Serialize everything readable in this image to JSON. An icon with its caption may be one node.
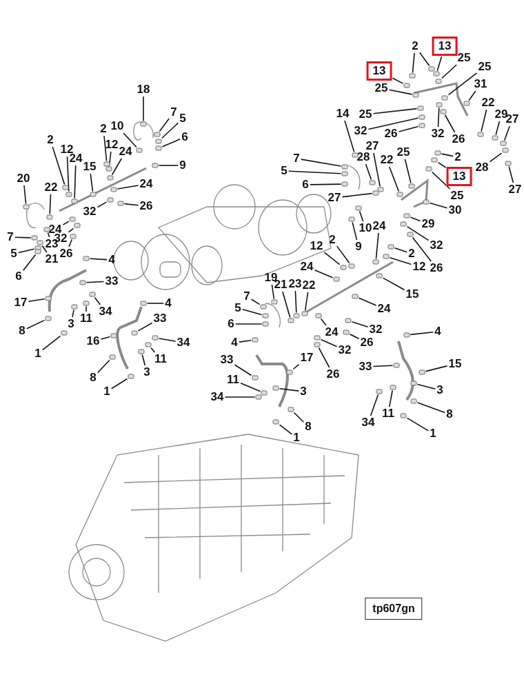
{
  "diagram": {
    "nodes": [
      {
        "text": [
          "18"
        ]
      },
      {
        "text": [
          "7"
        ]
      },
      {
        "text": [
          "5"
        ]
      },
      {
        "text": [
          "6"
        ]
      },
      {
        "text": [
          "10"
        ]
      },
      {
        "text": [
          "2"
        ]
      },
      {
        "text": [
          "12"
        ]
      },
      {
        "text": [
          "24"
        ]
      },
      {
        "text": [
          "9"
        ]
      },
      {
        "text": [
          "2"
        ]
      },
      {
        "text": [
          "12"
        ]
      },
      {
        "text": [
          "24"
        ]
      },
      {
        "text": [
          "15"
        ]
      },
      {
        "text": [
          "20"
        ]
      },
      {
        "text": [
          "22"
        ]
      },
      {
        "text": [
          "24"
        ]
      },
      {
        "text": [
          "32"
        ]
      },
      {
        "text": [
          "26"
        ]
      },
      {
        "text": [
          "24"
        ]
      },
      {
        "text": [
          "32"
        ]
      },
      {
        "text": [
          "23"
        ]
      },
      {
        "text": [
          "21"
        ]
      },
      {
        "text": [
          "26"
        ]
      },
      {
        "text": [
          "7"
        ]
      },
      {
        "text": [
          "5"
        ]
      },
      {
        "text": [
          "6"
        ]
      },
      {
        "text": [
          "4"
        ]
      },
      {
        "text": [
          "33"
        ]
      },
      {
        "text": [
          "17"
        ]
      },
      {
        "text": [
          "8"
        ]
      },
      {
        "text": [
          "3"
        ]
      },
      {
        "text": [
          "11"
        ]
      },
      {
        "text": [
          "34"
        ]
      },
      {
        "text": [
          "1"
        ]
      },
      {
        "text": [
          "4"
        ]
      },
      {
        "text": [
          "33"
        ]
      },
      {
        "text": [
          "34"
        ]
      },
      {
        "text": [
          "16"
        ]
      },
      {
        "text": [
          "11"
        ]
      },
      {
        "text": [
          "3"
        ]
      },
      {
        "text": [
          "8"
        ]
      },
      {
        "text": [
          "1"
        ]
      },
      {
        "text": [
          "7"
        ]
      },
      {
        "text": [
          "5"
        ]
      },
      {
        "text": [
          "6"
        ]
      },
      {
        "text": [
          "14"
        ]
      },
      {
        "text": [
          "28"
        ]
      },
      {
        "text": [
          "27"
        ]
      },
      {
        "text": [
          "22"
        ]
      },
      {
        "text": [
          "25"
        ]
      },
      {
        "text": [
          "27"
        ]
      },
      {
        "text": [
          "10"
        ]
      },
      {
        "text": [
          "9"
        ]
      },
      {
        "text": [
          "7"
        ]
      },
      {
        "text": [
          "5"
        ]
      },
      {
        "text": [
          "6"
        ]
      },
      {
        "text": [
          "19"
        ]
      },
      {
        "text": [
          "21"
        ]
      },
      {
        "text": [
          "23"
        ]
      },
      {
        "text": [
          "22"
        ]
      },
      {
        "text": [
          "4"
        ]
      },
      {
        "text": [
          "33"
        ]
      },
      {
        "text": [
          "17"
        ]
      },
      {
        "text": [
          "11"
        ]
      },
      {
        "text": [
          "34"
        ]
      },
      {
        "text": [
          "3"
        ]
      },
      {
        "text": [
          "8"
        ]
      },
      {
        "text": [
          "1"
        ]
      },
      {
        "text": [
          "12"
        ]
      },
      {
        "text": [
          "2"
        ]
      },
      {
        "text": [
          "24"
        ]
      },
      {
        "text": [
          "24"
        ]
      },
      {
        "text": [
          "2"
        ]
      },
      {
        "text": [
          "12"
        ]
      },
      {
        "text": [
          "15"
        ]
      },
      {
        "text": [
          "24"
        ]
      },
      {
        "text": [
          "24"
        ]
      },
      {
        "text": [
          "32"
        ]
      },
      {
        "text": [
          "26"
        ]
      },
      {
        "text": [
          "32"
        ]
      },
      {
        "text": [
          "26"
        ]
      },
      {
        "text": [
          "32"
        ]
      },
      {
        "text": [
          "26"
        ]
      },
      {
        "text": [
          "29"
        ]
      },
      {
        "text": [
          "30"
        ]
      },
      {
        "text": [
          "4"
        ]
      },
      {
        "text": [
          "15"
        ]
      },
      {
        "text": [
          "33"
        ]
      },
      {
        "text": [
          "3"
        ]
      },
      {
        "text": [
          "8"
        ]
      },
      {
        "text": [
          "34"
        ]
      },
      {
        "text": [
          "11"
        ]
      },
      {
        "text": [
          "1"
        ]
      },
      {
        "text": [
          "2"
        ]
      },
      {
        "text": [
          "13"
        ]
      },
      {
        "text": [
          "25"
        ]
      },
      {
        "text": [
          "13"
        ]
      },
      {
        "text": [
          "25"
        ]
      },
      {
        "text": [
          "25"
        ]
      },
      {
        "text": [
          "31"
        ]
      },
      {
        "text": [
          "25"
        ]
      },
      {
        "text": [
          "32"
        ]
      },
      {
        "text": [
          "26"
        ]
      },
      {
        "text": [
          "32"
        ]
      },
      {
        "text": [
          "26"
        ]
      },
      {
        "text": [
          "22"
        ]
      },
      {
        "text": [
          "29"
        ]
      },
      {
        "text": [
          "27"
        ]
      },
      {
        "text": [
          "2"
        ]
      },
      {
        "text": [
          "13"
        ]
      },
      {
        "text": [
          "25"
        ]
      },
      {
        "text": [
          "28"
        ]
      },
      {
        "text": [
          "27"
        ]
      },
      {
        "text": [
          "tp607gn"
        ]
      },
      {
        "text": [],
        "shape": "box"
      },
      {
        "text": [],
        "shape": "box"
      },
      {
        "text": [],
        "shape": "box"
      },
      {
        "text": [],
        "shape": "box"
      },
      {
        "text": [],
        "shape": "box"
      },
      {
        "text": [],
        "shape": "box"
      },
      {
        "text": [],
        "shape": "box"
      },
      {
        "text": [],
        "shape": "box"
      },
      {
        "text": [],
        "shape": "box"
      },
      {
        "text": [],
        "shape": "box"
      },
      {
        "text": [],
        "shape": "box"
      },
      {
        "text": [],
        "shape": "box"
      },
      {
        "text": [],
        "shape": "box"
      },
      {
        "text": [],
        "shape": "box"
      },
      {
        "text": [],
        "shape": "box"
      },
      {
        "text": [],
        "shape": "box"
      },
      {
        "text": [],
        "shape": "box"
      },
      {
        "text": [],
        "shape": "box"
      },
      {
        "text": [],
        "shape": "box"
      },
      {
        "text": [],
        "shape": "box"
      },
      {
        "text": [],
        "shape": "box"
      },
      {
        "text": [],
        "shape": "box"
      },
      {
        "text": [],
        "shape": "box"
      },
      {
        "text": [],
        "shape": "box"
      },
      {
        "text": [],
        "shape": "box"
      },
      {
        "text": [],
        "shape": "box"
      },
      {
        "text": [],
        "shape": "box"
      },
      {
        "text": [],
        "shape": "box"
      },
      {
        "text": [],
        "shape": "box"
      },
      {
        "text": [],
        "shape": "box"
      },
      {
        "text": [],
        "shape": "box"
      },
      {
        "text": [],
        "shape": "box"
      },
      {
        "text": [],
        "shape": "box"
      },
      {
        "text": [],
        "shape": "box"
      },
      {
        "text": [],
        "shape": "box"
      },
      {
        "text": [],
        "shape": "box"
      },
      {
        "text": [],
        "shape": "box"
      },
      {
        "text": [],
        "shape": "box"
      },
      {
        "text": [],
        "shape": "box"
      },
      {
        "text": [],
        "shape": "box"
      },
      {
        "text": [],
        "shape": "box"
      },
      {
        "text": [],
        "shape": "box"
      },
      {
        "text": [],
        "shape": "box"
      },
      {
        "text": [],
        "shape": "box"
      },
      {
        "text": [],
        "shape": "box"
      },
      {
        "text": [],
        "shape": "box"
      },
      {
        "text": [],
        "shape": "box"
      },
      {
        "text": [],
        "shape": "box"
      },
      {
        "text": [],
        "shape": "box"
      },
      {
        "text": [],
        "shape": "box"
      },
      {
        "text": [],
        "shape": "box"
      },
      {
        "text": [],
        "shape": "box"
      },
      {
        "text": [],
        "shape": "box"
      },
      {
        "text": [],
        "shape": "box"
      },
      {
        "text": [],
        "shape": "box"
      },
      {
        "text": [],
        "shape": "box"
      },
      {
        "text": [],
        "shape": "box"
      },
      {
        "text": [],
        "shape": "box"
      },
      {
        "text": [],
        "shape": "box"
      },
      {
        "text": [],
        "shape": "box"
      },
      {
        "text": [],
        "shape": "box"
      },
      {
        "text": [],
        "shape": "box"
      },
      {
        "text": [],
        "shape": "box"
      },
      {
        "text": [],
        "shape": "box"
      },
      {
        "text": [],
        "shape": "box"
      },
      {
        "text": [],
        "shape": "box"
      },
      {
        "text": [],
        "shape": "box"
      },
      {
        "text": [],
        "shape": "box"
      },
      {
        "text": [],
        "shape": "box"
      },
      {
        "text": [],
        "shape": "box"
      },
      {
        "text": [],
        "shape": "box"
      },
      {
        "text": [],
        "shape": "box"
      },
      {
        "text": [],
        "shape": "box"
      },
      {
        "text": [],
        "shape": "box"
      },
      {
        "text": [],
        "shape": "box"
      },
      {
        "text": [],
        "shape": "box"
      },
      {
        "text": [],
        "shape": "box"
      },
      {
        "text": [],
        "shape": "box"
      },
      {
        "text": [],
        "shape": "box"
      },
      {
        "text": [],
        "shape": "box"
      },
      {
        "text": [],
        "shape": "box"
      },
      {
        "text": [],
        "shape": "box"
      },
      {
        "text": [],
        "shape": "box"
      },
      {
        "text": [],
        "shape": "box"
      },
      {
        "text": [],
        "shape": "box"
      },
      {
        "text": [],
        "shape": "box"
      },
      {
        "text": [],
        "shape": "box"
      },
      {
        "text": [],
        "shape": "box"
      },
      {
        "text": [],
        "shape": "box"
      },
      {
        "text": [],
        "shape": "box"
      },
      {
        "text": [],
        "shape": "box"
      },
      {
        "text": [],
        "shape": "box"
      },
      {
        "text": [],
        "shape": "box"
      },
      {
        "text": [],
        "shape": "box"
      },
      {
        "text": [],
        "shape": "box"
      },
      {
        "text": [],
        "shape": "box"
      },
      {
        "text": [],
        "shape": "box"
      },
      {
        "text": [],
        "shape": "box"
      },
      {
        "text": [],
        "shape": "box"
      },
      {
        "text": [],
        "shape": "box"
      },
      {
        "text": [],
        "shape": "box"
      },
      {
        "text": [],
        "shape": "box"
      },
      {
        "text": [],
        "shape": "box"
      },
      {
        "text": [],
        "shape": "box"
      },
      {
        "text": [],
        "shape": "box"
      },
      {
        "text": [],
        "shape": "box"
      },
      {
        "text": [],
        "shape": "box"
      },
      {
        "text": [],
        "shape": "box"
      },
      {
        "text": [],
        "shape": "box"
      },
      {
        "text": [],
        "shape": "box"
      },
      {
        "text": [],
        "shape": "box"
      },
      {
        "text": [],
        "shape": "box"
      },
      {
        "text": [],
        "shape": "box"
      },
      {
        "text": [],
        "shape": "box"
      }
    ],
    "edges": [
      {
        "from": 0,
        "to": 114,
        "arrow": "none"
      },
      {
        "from": 1,
        "to": 115,
        "arrow": "none"
      },
      {
        "from": 2,
        "to": 116,
        "arrow": "none"
      },
      {
        "from": 3,
        "to": 117,
        "arrow": "none"
      },
      {
        "from": 4,
        "to": 118,
        "arrow": "none"
      },
      {
        "from": 5,
        "to": 119,
        "arrow": "none"
      },
      {
        "from": 6,
        "to": 120,
        "arrow": "none"
      },
      {
        "from": 7,
        "to": 121,
        "arrow": "none"
      },
      {
        "from": 8,
        "to": 122,
        "arrow": "none"
      },
      {
        "from": 9,
        "to": 123,
        "arrow": "none"
      },
      {
        "from": 10,
        "to": 124,
        "arrow": "none"
      },
      {
        "from": 11,
        "to": 125,
        "arrow": "none"
      },
      {
        "from": 12,
        "to": 126,
        "arrow": "none"
      },
      {
        "from": 13,
        "to": 127,
        "arrow": "none"
      },
      {
        "from": 14,
        "to": 128,
        "arrow": "none"
      },
      {
        "from": 15,
        "to": 129,
        "arrow": "none"
      },
      {
        "from": 16,
        "to": 130,
        "arrow": "none"
      },
      {
        "from": 17,
        "to": 131,
        "arrow": "none"
      },
      {
        "from": 18,
        "to": 132,
        "arrow": "none"
      },
      {
        "from": 19,
        "to": 133,
        "arrow": "none"
      },
      {
        "from": 20,
        "to": 134,
        "arrow": "none"
      },
      {
        "from": 21,
        "to": 135,
        "arrow": "none"
      },
      {
        "from": 22,
        "to": 136,
        "arrow": "none"
      },
      {
        "from": 23,
        "to": 137,
        "arrow": "none"
      },
      {
        "from": 24,
        "to": 138,
        "arrow": "none"
      },
      {
        "from": 25,
        "to": 139,
        "arrow": "none"
      },
      {
        "from": 26,
        "to": 140,
        "arrow": "none"
      },
      {
        "from": 27,
        "to": 141,
        "arrow": "none"
      },
      {
        "from": 28,
        "to": 142,
        "arrow": "none"
      },
      {
        "from": 29,
        "to": 143,
        "arrow": "none"
      },
      {
        "from": 30,
        "to": 144,
        "arrow": "none"
      },
      {
        "from": 31,
        "to": 145,
        "arrow": "none"
      },
      {
        "from": 32,
        "to": 146,
        "arrow": "none"
      },
      {
        "from": 33,
        "to": 147,
        "arrow": "none"
      },
      {
        "from": 34,
        "to": 148,
        "arrow": "none"
      },
      {
        "from": 35,
        "to": 149,
        "arrow": "none"
      },
      {
        "from": 36,
        "to": 150,
        "arrow": "none"
      },
      {
        "from": 37,
        "to": 151,
        "arrow": "none"
      },
      {
        "from": 38,
        "to": 152,
        "arrow": "none"
      },
      {
        "from": 39,
        "to": 153,
        "arrow": "none"
      },
      {
        "from": 40,
        "to": 154,
        "arrow": "none"
      },
      {
        "from": 41,
        "to": 155,
        "arrow": "none"
      },
      {
        "from": 42,
        "to": 156,
        "arrow": "none"
      },
      {
        "from": 43,
        "to": 157,
        "arrow": "none"
      },
      {
        "from": 44,
        "to": 158,
        "arrow": "none"
      },
      {
        "from": 45,
        "to": 159,
        "arrow": "none"
      },
      {
        "from": 46,
        "to": 160,
        "arrow": "none"
      },
      {
        "from": 47,
        "to": 161,
        "arrow": "none"
      },
      {
        "from": 48,
        "to": 162,
        "arrow": "none"
      },
      {
        "from": 49,
        "to": 163,
        "arrow": "none"
      },
      {
        "from": 50,
        "to": 164,
        "arrow": "none"
      },
      {
        "from": 51,
        "to": 165,
        "arrow": "none"
      },
      {
        "from": 52,
        "to": 166,
        "arrow": "none"
      },
      {
        "from": 53,
        "to": 167,
        "arrow": "none"
      },
      {
        "from": 54,
        "to": 168,
        "arrow": "none"
      },
      {
        "from": 55,
        "to": 169,
        "arrow": "none"
      },
      {
        "from": 56,
        "to": 170,
        "arrow": "none"
      },
      {
        "from": 57,
        "to": 171,
        "arrow": "none"
      },
      {
        "from": 58,
        "to": 172,
        "arrow": "none"
      },
      {
        "from": 59,
        "to": 173,
        "arrow": "none"
      },
      {
        "from": 60,
        "to": 174,
        "arrow": "none"
      },
      {
        "from": 61,
        "to": 175,
        "arrow": "none"
      },
      {
        "from": 62,
        "to": 176,
        "arrow": "none"
      },
      {
        "from": 63,
        "to": 177,
        "arrow": "none"
      },
      {
        "from": 64,
        "to": 178,
        "arrow": "none"
      },
      {
        "from": 65,
        "to": 179,
        "arrow": "none"
      },
      {
        "from": 66,
        "to": 180,
        "arrow": "none"
      },
      {
        "from": 67,
        "to": 181,
        "arrow": "none"
      },
      {
        "from": 68,
        "to": 182,
        "arrow": "none"
      },
      {
        "from": 69,
        "to": 183,
        "arrow": "none"
      },
      {
        "from": 70,
        "to": 184,
        "arrow": "none"
      },
      {
        "from": 71,
        "to": 185,
        "arrow": "none"
      },
      {
        "from": 72,
        "to": 186,
        "arrow": "none"
      },
      {
        "from": 73,
        "to": 187,
        "arrow": "none"
      },
      {
        "from": 74,
        "to": 188,
        "arrow": "none"
      },
      {
        "from": 75,
        "to": 189,
        "arrow": "none"
      },
      {
        "from": 76,
        "to": 190,
        "arrow": "none"
      },
      {
        "from": 77,
        "to": 191,
        "arrow": "none"
      },
      {
        "from": 78,
        "to": 192,
        "arrow": "none"
      },
      {
        "from": 79,
        "to": 193,
        "arrow": "none"
      },
      {
        "from": 80,
        "to": 194,
        "arrow": "none"
      },
      {
        "from": 81,
        "to": 195,
        "arrow": "none"
      },
      {
        "from": 82,
        "to": 196,
        "arrow": "none"
      },
      {
        "from": 83,
        "to": 197,
        "arrow": "none"
      },
      {
        "from": 84,
        "to": 198,
        "arrow": "none"
      },
      {
        "from": 85,
        "to": 199,
        "arrow": "none"
      },
      {
        "from": 86,
        "to": 200,
        "arrow": "none"
      },
      {
        "from": 87,
        "to": 201,
        "arrow": "none"
      },
      {
        "from": 88,
        "to": 202,
        "arrow": "none"
      },
      {
        "from": 89,
        "to": 203,
        "arrow": "none"
      },
      {
        "from": 90,
        "to": 204,
        "arrow": "none"
      },
      {
        "from": 91,
        "to": 205,
        "arrow": "none"
      },
      {
        "from": 92,
        "to": 206,
        "arrow": "none"
      },
      {
        "from": 93,
        "to": 207,
        "arrow": "none"
      },
      {
        "from": 93,
        "to": 208,
        "arrow": "none"
      },
      {
        "from": 94,
        "to": 209,
        "arrow": "none"
      },
      {
        "from": 95,
        "to": 210,
        "arrow": "none"
      },
      {
        "from": 96,
        "to": 211,
        "arrow": "none"
      },
      {
        "from": 97,
        "to": 212,
        "arrow": "none"
      },
      {
        "from": 98,
        "to": 213,
        "arrow": "none"
      },
      {
        "from": 99,
        "to": 214,
        "arrow": "none"
      },
      {
        "from": 100,
        "to": 215,
        "arrow": "none"
      },
      {
        "from": 101,
        "to": 216,
        "arrow": "none"
      },
      {
        "from": 102,
        "to": 217,
        "arrow": "none"
      },
      {
        "from": 103,
        "to": 218,
        "arrow": "none"
      },
      {
        "from": 104,
        "to": 219,
        "arrow": "none"
      },
      {
        "from": 105,
        "to": 220,
        "arrow": "none"
      },
      {
        "from": 106,
        "to": 221,
        "arrow": "none"
      },
      {
        "from": 107,
        "to": 222,
        "arrow": "none"
      },
      {
        "from": 108,
        "to": 223,
        "arrow": "none"
      },
      {
        "from": 109,
        "to": 224,
        "arrow": "none"
      },
      {
        "from": 110,
        "to": 225,
        "arrow": "none"
      },
      {
        "from": 111,
        "to": 226,
        "arrow": "none"
      },
      {
        "from": 112,
        "to": 227,
        "arrow": "none"
      }
    ]
  }
}
